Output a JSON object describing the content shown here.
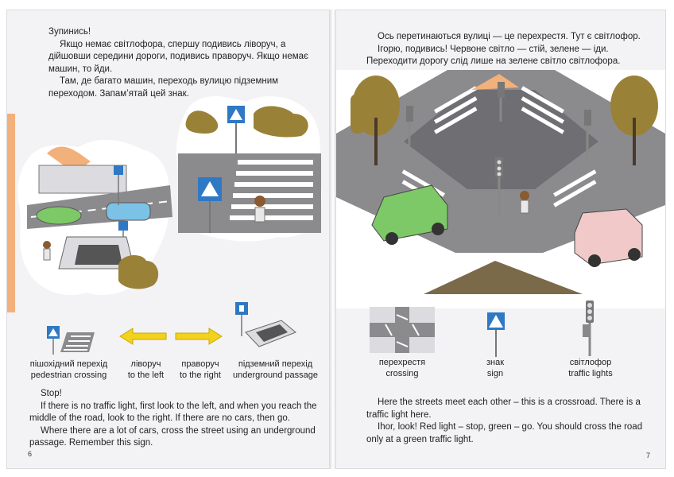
{
  "left_page": {
    "uk_text": {
      "p1": "Зупинись!",
      "p2": "Якщо немає світлофора, спершу подивись ліворуч, а дійшовши середини дороги, подивись праворуч. Якщо немає машин, то йди.",
      "p3": "Там, де багато машин, переходь вулицю підземним переходом. Запам’ятай цей знак."
    },
    "legend": [
      {
        "uk": "пішохідний перехід",
        "en": "pedestrian crossing"
      },
      {
        "uk": "ліворуч",
        "en": "to the left"
      },
      {
        "uk": "праворуч",
        "en": "to the right"
      },
      {
        "uk": "підземний перехід",
        "en": "underground passage"
      }
    ],
    "en_text": {
      "p1": "Stop!",
      "p2": "If there is no traffic light, first look to the left, and when you reach the middle of the road, look to the right. If there are no cars, then go.",
      "p3": "Where there are a lot of cars, cross the street using an underground passage. Remember this sign."
    },
    "page_number": "6"
  },
  "right_page": {
    "uk_text": {
      "p1": "Ось перетинаються вулиці — це перехрестя. Тут є світлофор.",
      "p2": "Ігорю, подивись! Червоне світло — стій, зелене — іди. Переходити дорогу слід лише на зелене світло світлофора."
    },
    "legend": [
      {
        "uk": "перехрестя",
        "en": "crossing"
      },
      {
        "uk": "знак",
        "en": "sign"
      },
      {
        "uk": "світлофор",
        "en": "traffic lights"
      }
    ],
    "en_text": {
      "p1": "Here the streets meet each other – this is a crossroad. There is a traffic light here.",
      "p2": "Ihor, look! Red light – stop, green – go. You should cross the road only at a green traffic light."
    },
    "page_number": "7"
  },
  "colors": {
    "sign_blue": "#2f78c4",
    "arrow_yellow": "#f2d21c",
    "car_green": "#7dc867",
    "car_blue": "#7bc2e6",
    "car_pink": "#f1c9c9",
    "road_gray": "#8b8b8e",
    "bush_olive": "#9a8138",
    "accent_orange": "#f2b07a"
  }
}
